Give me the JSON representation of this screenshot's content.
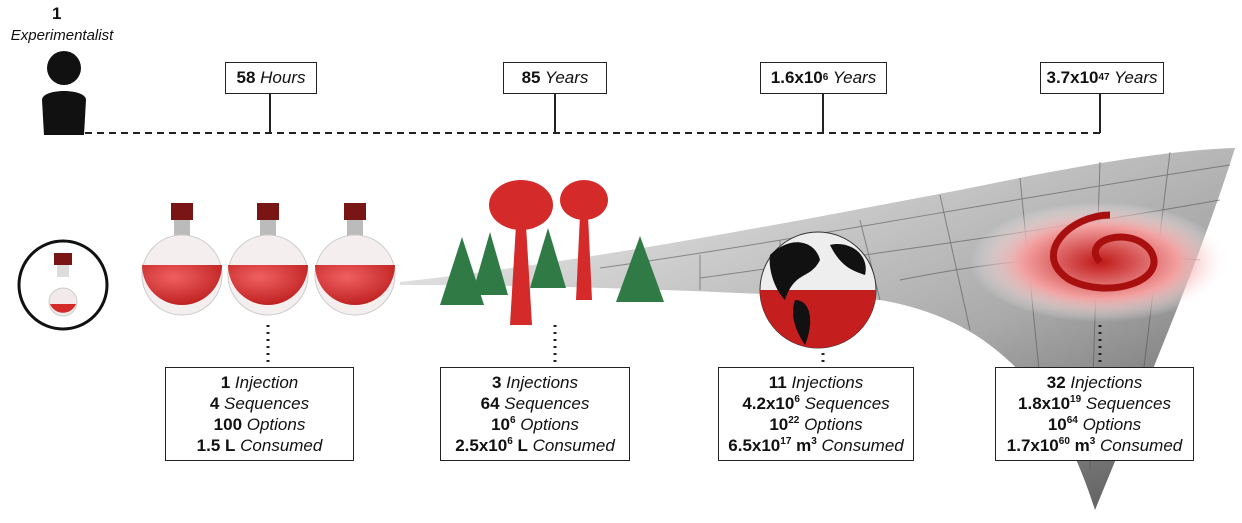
{
  "experimentalist": {
    "count": "1",
    "label": "Experimentalist"
  },
  "timelines": [
    [
      {
        "t": "58",
        "s": "b"
      },
      {
        "t": " Hours",
        "s": "i"
      }
    ],
    [
      {
        "t": "85",
        "s": "b"
      },
      {
        "t": " Years",
        "s": "i"
      }
    ],
    [
      {
        "t": "1.6x10",
        "s": "b"
      },
      {
        "t": "6",
        "s": "sup"
      },
      {
        "t": " Years",
        "s": "i"
      }
    ],
    [
      {
        "t": "3.7x10",
        "s": "b"
      },
      {
        "t": "47",
        "s": "sup"
      },
      {
        "t": " Years",
        "s": "i"
      }
    ]
  ],
  "stats": [
    [
      [
        {
          "t": "1",
          "s": "b"
        },
        {
          "t": " Injection",
          "s": "i"
        }
      ],
      [
        {
          "t": "4",
          "s": "b"
        },
        {
          "t": " Sequences",
          "s": "i"
        }
      ],
      [
        {
          "t": "100",
          "s": "b"
        },
        {
          "t": " Options",
          "s": "i"
        }
      ],
      [
        {
          "t": "1.5 L",
          "s": "b"
        },
        {
          "t": " Consumed",
          "s": "i"
        }
      ]
    ],
    [
      [
        {
          "t": "3",
          "s": "b"
        },
        {
          "t": " Injections",
          "s": "i"
        }
      ],
      [
        {
          "t": "64",
          "s": "b"
        },
        {
          "t": " Sequences",
          "s": "i"
        }
      ],
      [
        {
          "t": "10",
          "s": "b"
        },
        {
          "t": "6",
          "s": "sup"
        },
        {
          "t": " Options",
          "s": "i"
        }
      ],
      [
        {
          "t": "2.5x10",
          "s": "b"
        },
        {
          "t": "6",
          "s": "sup"
        },
        {
          "t": " L",
          "s": "b"
        },
        {
          "t": " Consumed",
          "s": "i"
        }
      ]
    ],
    [
      [
        {
          "t": "11",
          "s": "b"
        },
        {
          "t": " Injections",
          "s": "i"
        }
      ],
      [
        {
          "t": "4.2x10",
          "s": "b"
        },
        {
          "t": "6",
          "s": "sup"
        },
        {
          "t": " Sequences",
          "s": "i"
        }
      ],
      [
        {
          "t": "10",
          "s": "b"
        },
        {
          "t": "22",
          "s": "sup"
        },
        {
          "t": " Options",
          "s": "i"
        }
      ],
      [
        {
          "t": "6.5x10",
          "s": "b"
        },
        {
          "t": "17",
          "s": "sup"
        },
        {
          "t": " m",
          "s": "b"
        },
        {
          "t": "3",
          "s": "sup"
        },
        {
          "t": " Consumed",
          "s": "i"
        }
      ]
    ],
    [
      [
        {
          "t": "32",
          "s": "b"
        },
        {
          "t": " Injections",
          "s": "i"
        }
      ],
      [
        {
          "t": "1.8x10",
          "s": "b"
        },
        {
          "t": "19",
          "s": "sup"
        },
        {
          "t": " Sequences",
          "s": "i"
        }
      ],
      [
        {
          "t": "10",
          "s": "b"
        },
        {
          "t": "64",
          "s": "sup"
        },
        {
          "t": " Options",
          "s": "i"
        }
      ],
      [
        {
          "t": "1.7x10",
          "s": "b"
        },
        {
          "t": "60",
          "s": "sup"
        },
        {
          "t": " m",
          "s": "b"
        },
        {
          "t": "3",
          "s": "sup"
        },
        {
          "t": " Consumed",
          "s": "i"
        }
      ]
    ]
  ],
  "colors": {
    "liquid": "#d42a2a",
    "tree": "#2f7a45",
    "funnel": "#9a9a9a"
  }
}
